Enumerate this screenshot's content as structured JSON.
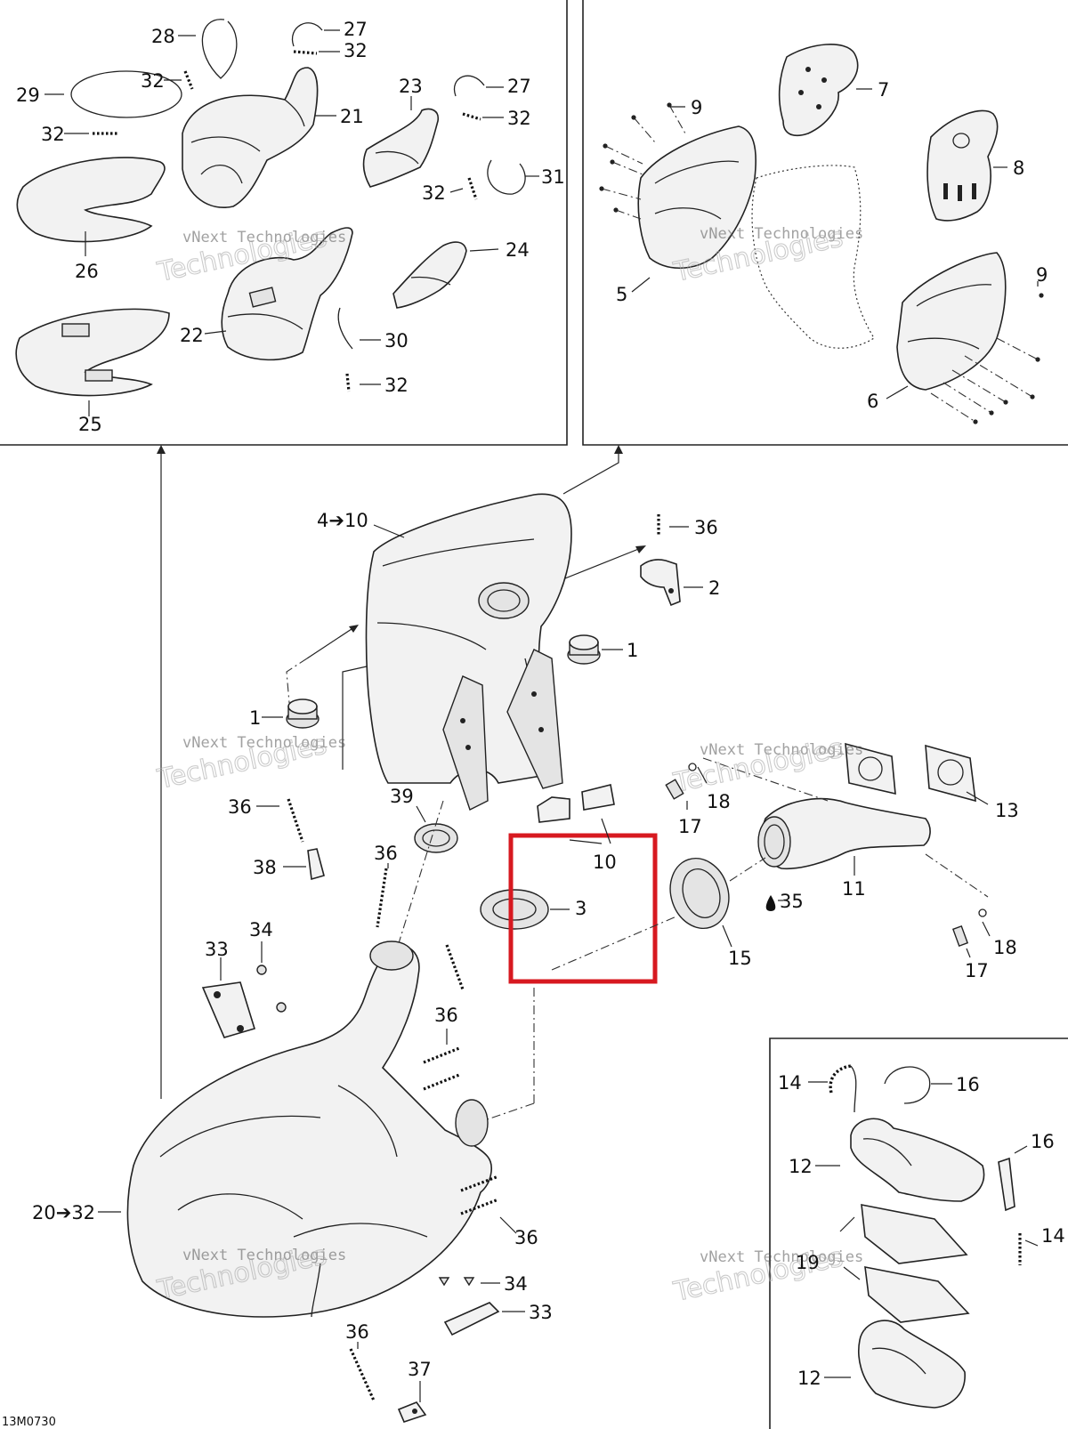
{
  "callouts": {
    "c28": "28",
    "c27a": "27",
    "c32a": "32",
    "c32b": "32",
    "c29": "29",
    "c21": "21",
    "c32c": "32",
    "c23": "23",
    "c27b": "27",
    "c32d": "32",
    "c32e": "32",
    "c31": "31",
    "c26": "26",
    "c24": "24",
    "c22": "22",
    "c30": "30",
    "c32f": "32",
    "c25": "25",
    "c9a": "9",
    "c7": "7",
    "c8": "8",
    "c5": "5",
    "c9b": "9",
    "c6": "6",
    "c4to10": "4➔10",
    "c36a": "36",
    "c2": "2",
    "c1a": "1",
    "c1b": "1",
    "c36b": "36",
    "c39": "39",
    "c38": "38",
    "c36c": "36",
    "c10": "10",
    "c18a": "18",
    "c17a": "17",
    "c13": "13",
    "c3": "3",
    "c35": "35",
    "c11": "11",
    "c15": "15",
    "c18b": "18",
    "c17b": "17",
    "c34a": "34",
    "c33a": "33",
    "c36d": "36",
    "c20to32": "20➔32",
    "c36e": "36",
    "c34b": "34",
    "c33b": "33",
    "c36f": "36",
    "c37": "37",
    "c14a": "14",
    "c16a": "16",
    "c16b": "16",
    "c12a": "12",
    "c14b": "14",
    "c19": "19",
    "c12b": "12"
  },
  "watermark": {
    "line1": "vNext Technologies",
    "line2": "Technologies",
    "short": "vNext"
  },
  "drawing_number": "13M0730",
  "highlight_color": "#d71920"
}
